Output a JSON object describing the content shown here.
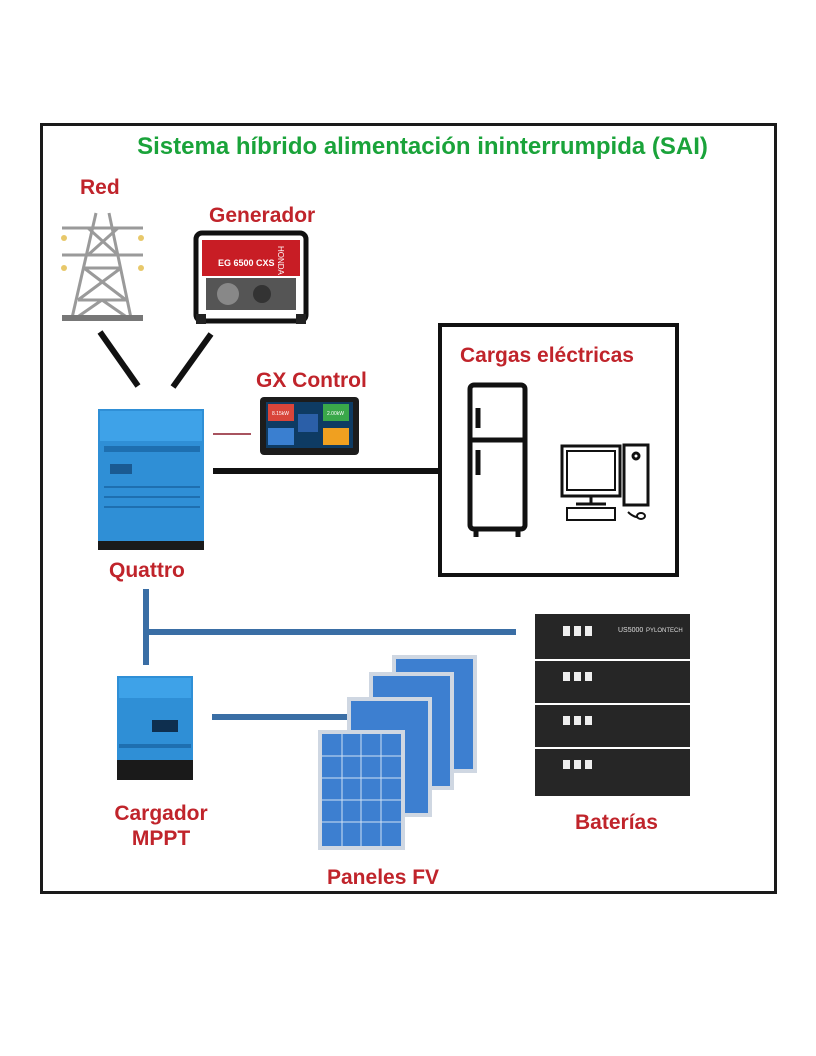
{
  "title": "Sistema híbrido alimentación ininterrumpida (SAI)",
  "labels": {
    "grid": "Red",
    "generator": "Generador",
    "gx": "GX Control",
    "loads": "Cargas eléctricas",
    "inverter": "Quattro",
    "mppt_line1": "Cargador",
    "mppt_line2": "MPPT",
    "pv": "Paneles FV",
    "batteries": "Baterías"
  },
  "device_text": {
    "generator_brand": "HONDA",
    "generator_model": "EG 6500 CXS",
    "battery_model": "US5000",
    "battery_brand": "PYLONTECH",
    "gx_tile_1": "8.15kW",
    "gx_tile_2": "2.00kW"
  },
  "colors": {
    "title": "#1aa33a",
    "labels": "#c0242b",
    "dc_bus": "#3a6ea5",
    "ac_line": "#111111",
    "victron_blue": "#2f8fd6",
    "panel_cell": "#3d7fd0"
  }
}
